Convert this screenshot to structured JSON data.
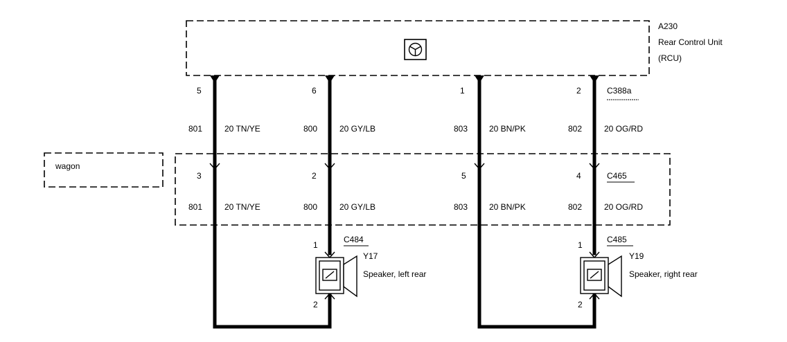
{
  "rcu": {
    "id": "A230",
    "name": "Rear Control Unit",
    "abbr": "(RCU)"
  },
  "connectors": {
    "rcu": "C388a",
    "wagon": "C465",
    "left_speaker": "C484",
    "right_speaker": "C485"
  },
  "wagon_label": "wagon",
  "circuits": [
    {
      "top_pin": "5",
      "mid_pin": "3",
      "circuit": "801",
      "wire": "20 TN/YE"
    },
    {
      "top_pin": "6",
      "mid_pin": "2",
      "circuit": "800",
      "wire": "20 GY/LB"
    },
    {
      "top_pin": "1",
      "mid_pin": "5",
      "circuit": "803",
      "wire": "20 BN/PK"
    },
    {
      "top_pin": "2",
      "mid_pin": "4",
      "circuit": "802",
      "wire": "20 OG/RD"
    }
  ],
  "speakers": [
    {
      "id": "Y17",
      "label": "Speaker, left rear",
      "pin_top": "1",
      "pin_bottom": "2"
    },
    {
      "id": "Y19",
      "label": "Speaker, right rear",
      "pin_top": "1",
      "pin_bottom": "2"
    }
  ]
}
